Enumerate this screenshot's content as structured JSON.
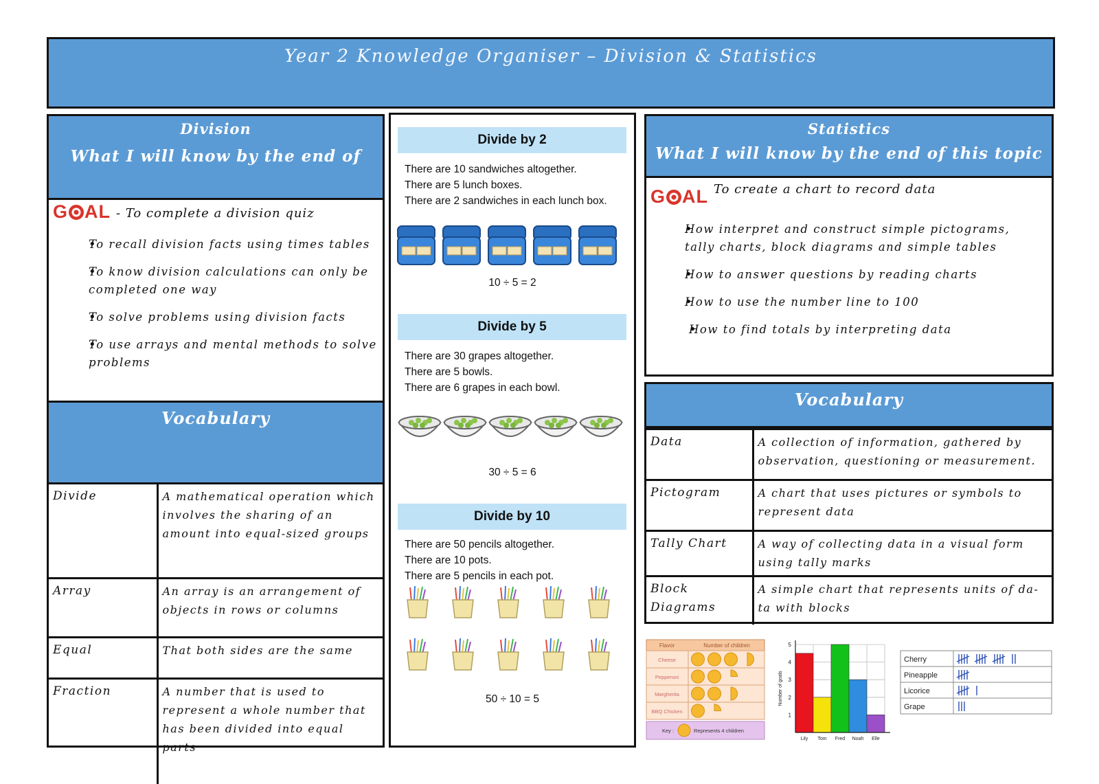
{
  "header": {
    "title": "Year 2 Knowledge Organiser –  Division & Statistics"
  },
  "division": {
    "title": "Division",
    "subtitle": "What I will know by the end of",
    "goal_logo": "GOAL",
    "goal": "- To complete a division quiz",
    "bullets": [
      "To recall division facts using times tables",
      "To know division calculations can only be completed one way",
      "To solve problems using division facts",
      "To use arrays and mental methods to solve problems"
    ],
    "vocab_title": "Vocabulary",
    "vocab": [
      {
        "term": "Divide",
        "definition": "A mathematical operation which involves the sharing of an amount into equal-sized groups"
      },
      {
        "term": "Array",
        "definition": "An array is an arrangement of objects in rows or columns"
      },
      {
        "term": "Equal",
        "definition": "That both sides are the same"
      },
      {
        "term": "Fraction",
        "definition": "A number that is used to represent a whole number that has been divided into equal parts"
      }
    ]
  },
  "examples": [
    {
      "title": "Divide by 2",
      "lines": [
        "There are 10 sandwiches altogether.",
        "There are 5 lunch boxes.",
        "There are 2 sandwiches in each lunch box."
      ],
      "equation": "10 ÷ 5 = 2"
    },
    {
      "title": "Divide by 5",
      "lines": [
        "There are 30 grapes altogether.",
        "There are 5 bowls.",
        "There are 6 grapes in each bowl."
      ],
      "equation": "30 ÷ 5 = 6"
    },
    {
      "title": "Divide by 10",
      "lines": [
        "There are 50 pencils altogether.",
        "There are 10 pots.",
        "There are 5 pencils in each pot."
      ],
      "equation": "50 ÷ 10 = 5"
    }
  ],
  "statistics": {
    "title": "Statistics",
    "subtitle": "What I will know by the end of this topic",
    "goal_logo": "GOAL",
    "goal": "To create a chart to record data",
    "bullets": [
      "How interpret and construct simple pictograms, tally charts, block diagrams and simple tables",
      "How to answer questions by reading charts",
      "How to use the number line to 100",
      "How to find totals by interpreting data"
    ],
    "vocab_title": "Vocabulary",
    "vocab": [
      {
        "term": "Data",
        "definition": "A collection of information, gathered by observation, questioning or measurement."
      },
      {
        "term": "Pictogram",
        "definition": "A chart that uses pictures or symbols to represent data"
      },
      {
        "term": "Tally Chart",
        "definition": " A way of collecting data in a visual form using tally marks"
      },
      {
        "term": "Block Diagrams",
        "definition": "A simple chart that represents units of da-ta with blocks"
      }
    ]
  },
  "pictogram": {
    "headers": [
      "Flavor",
      "Number of children"
    ],
    "rows": [
      {
        "label": "Cheese",
        "symbols": 3.5
      },
      {
        "label": "Pepperoni",
        "symbols": 2.25
      },
      {
        "label": "Margherita",
        "symbols": 2.5
      },
      {
        "label": "BBQ Chicken",
        "symbols": 1.25
      }
    ],
    "key_label": "Key :",
    "key_text": "Represents 4 children",
    "colors": {
      "header": "#f7c8a0",
      "row": "#fde6d3",
      "key": "#e4c4ec",
      "symbol": "#f5b82e"
    }
  },
  "chart_data": {
    "type": "bar",
    "categories": [
      "Lily",
      "Tom",
      "Fred",
      "Noah",
      "Elle"
    ],
    "values": [
      4.5,
      2,
      5,
      3,
      1
    ],
    "ylabel": "Number of goals",
    "ylim": [
      0,
      5
    ],
    "yticks": [
      1,
      2,
      3,
      4,
      5
    ],
    "grid": true,
    "colors": [
      "#e8141e",
      "#f4e20a",
      "#12c21a",
      "#2f8de0",
      "#9b4fc8"
    ]
  },
  "tally": {
    "rows": [
      {
        "label": "Cherry",
        "count": 17
      },
      {
        "label": "Pineapple",
        "count": 5
      },
      {
        "label": "Licorice",
        "count": 6
      },
      {
        "label": "Grape",
        "count": 3
      }
    ],
    "tally_color": "#2b4fb5"
  }
}
